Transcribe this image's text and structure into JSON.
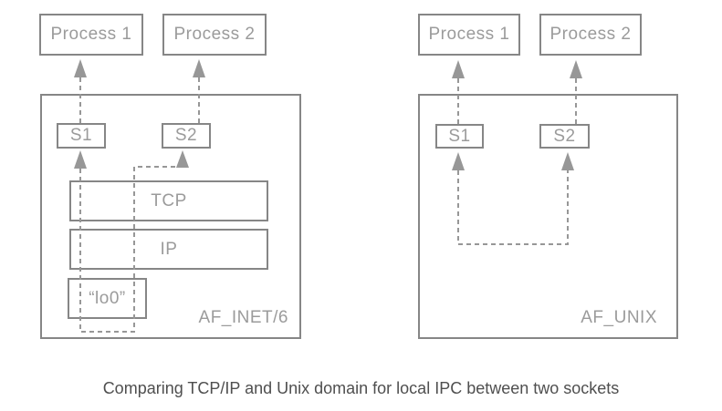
{
  "caption": "Comparing TCP/IP and Unix domain for local IPC between two sockets",
  "left_diagram": {
    "domain_label": "AF_INET/6",
    "process1_label": "Process 1",
    "process2_label": "Process 2",
    "socket1_label": "S1",
    "socket2_label": "S2",
    "tcp_label": "TCP",
    "ip_label": "IP",
    "loopback_label": "“lo0”"
  },
  "right_diagram": {
    "domain_label": "AF_UNIX",
    "process1_label": "Process 1",
    "process2_label": "Process 2",
    "socket1_label": "S1",
    "socket2_label": "S2"
  },
  "colors": {
    "box_border": "#868686",
    "label_text": "#9b9b9b",
    "dashed_line": "#979797",
    "caption_text": "#4f4f4f",
    "background": "#ffffff"
  }
}
